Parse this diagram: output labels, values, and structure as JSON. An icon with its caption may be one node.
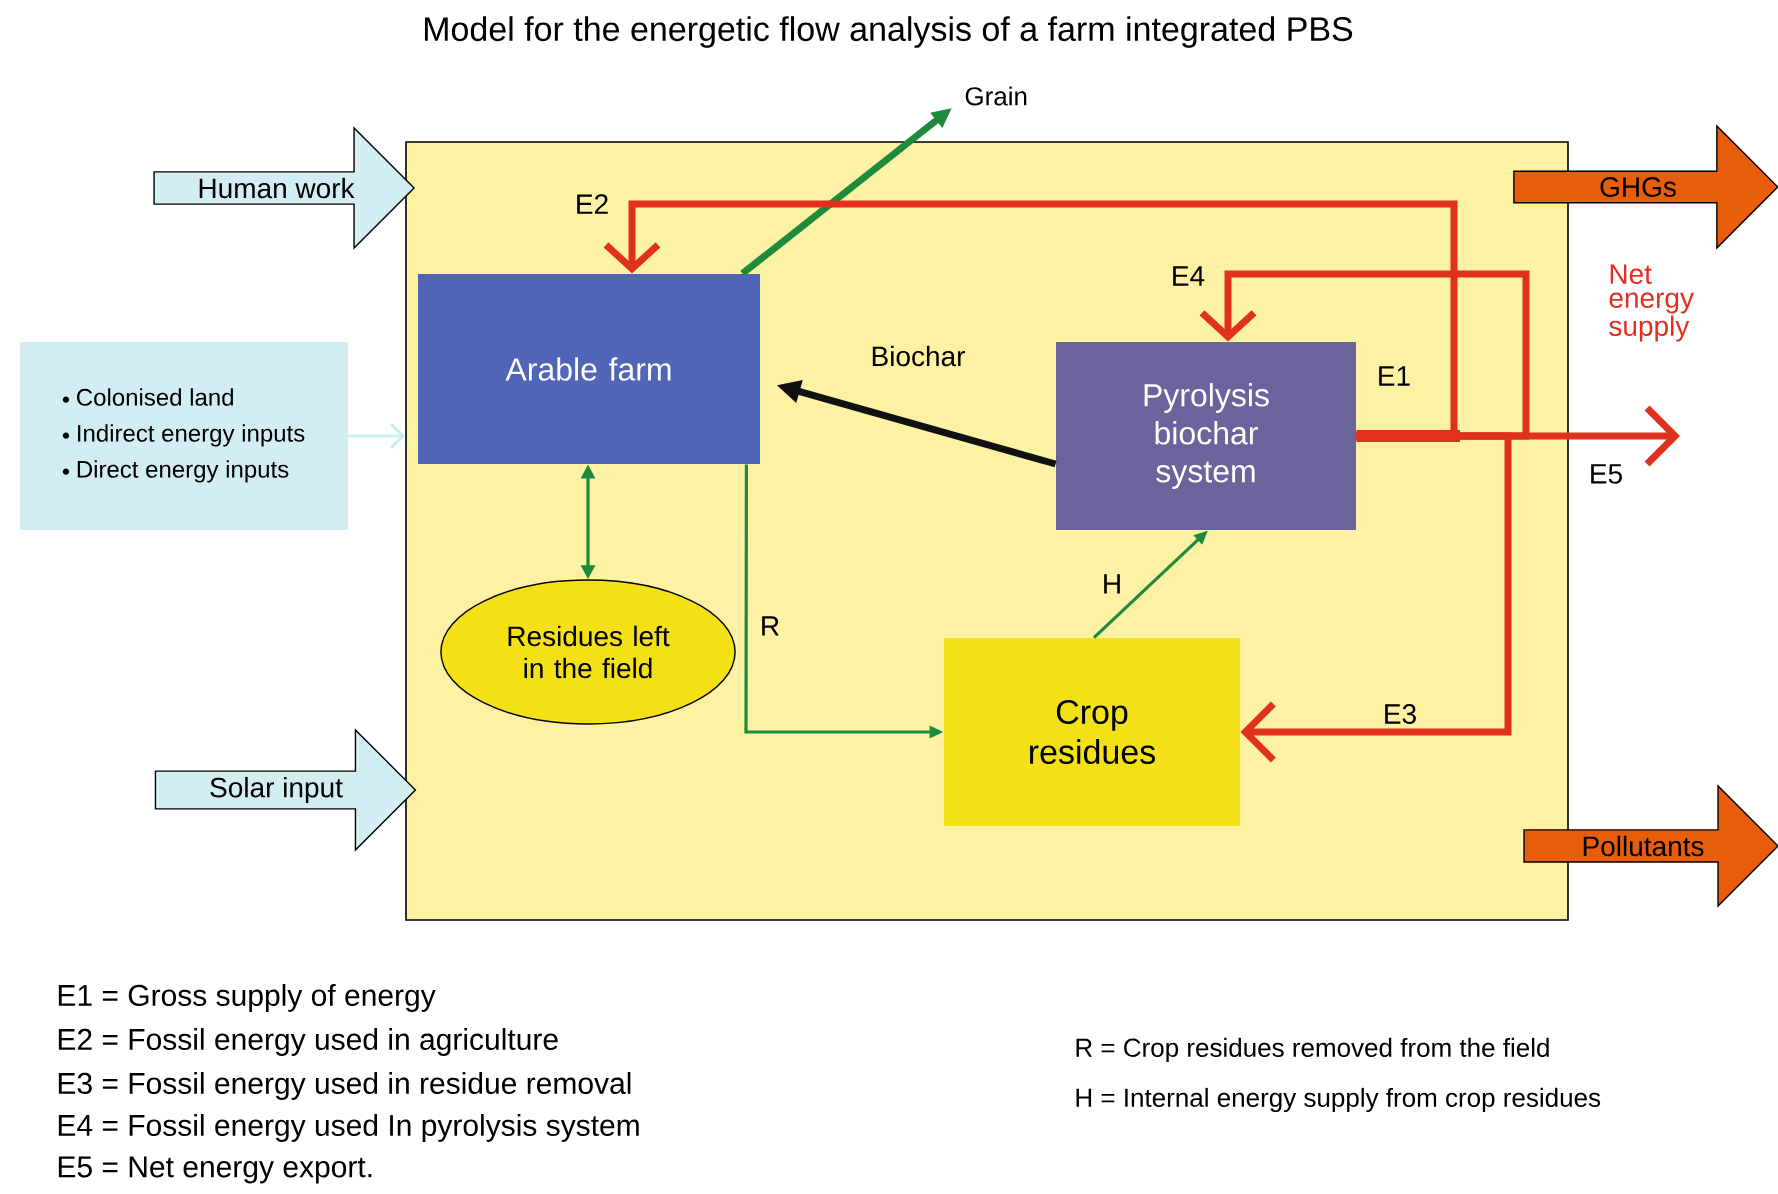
{
  "diagram": {
    "title": "Model for the energetic flow analysis of a farm integrated PBS",
    "nodes": [
      {
        "text": [],
        "shape": "box"
      },
      {
        "text": [
          "Human work"
        ]
      },
      {
        "text": [
          "Colonised land",
          "Indirect energy inputs",
          "Direct energy inputs"
        ]
      },
      {
        "text": [
          "Solar input"
        ]
      },
      {
        "text": [
          "Arable farm"
        ],
        "in": 0
      },
      {
        "text": [
          "Pyrolysis biochar system"
        ],
        "in": 0
      },
      {
        "text": [
          "Residues left in the field"
        ],
        "in": 0
      },
      {
        "text": [
          "Crop residues"
        ],
        "in": 0
      },
      {
        "text": [
          "GHGs"
        ]
      },
      {
        "text": [
          "Pollutants"
        ]
      },
      {
        "text": [
          "Grain"
        ]
      }
    ],
    "edges": [
      {
        "from": 2,
        "to": 0,
        "arrow": "to",
        "color": "#cdeef3"
      },
      {
        "from": 4,
        "to": 10,
        "arrow": "to",
        "color": "#1e8a3c"
      },
      {
        "from": 5,
        "to": 4,
        "arrow": "to",
        "label": "Biochar",
        "color": "#111111"
      },
      {
        "from": 4,
        "to": 6,
        "arrow": "both",
        "color": "#1e8a3c"
      },
      {
        "from": 4,
        "to": 7,
        "arrow": "to",
        "label": "R",
        "color": "#1e8a3c"
      },
      {
        "from": 7,
        "to": 5,
        "arrow": "to",
        "label": "H",
        "color": "#1e8a3c"
      },
      {
        "from": 5,
        "to": 4,
        "arrow": "to",
        "label": "E2",
        "color": "#e0301e"
      },
      {
        "from": 5,
        "to": 5,
        "arrow": "to",
        "label": "E4",
        "color": "#e0301e"
      },
      {
        "from": 5,
        "to": 7,
        "arrow": "to",
        "label": "E3",
        "color": "#e0301e"
      },
      {
        "from": 5,
        "to": null,
        "arrow": "to",
        "label": "E5",
        "color": "#e0301e"
      }
    ],
    "labels": [
      "Net energy supply",
      "E1",
      "E1 = Gross supply of energy",
      "E2 = Fossil energy used in agriculture",
      "E3 = Fossil energy used in residue removal",
      "E4 = Fossil energy used In pyrolysis system",
      "E5 = Net energy export.",
      "R = Crop residues removed from the field",
      "H = Internal energy supply from crop residues"
    ]
  }
}
